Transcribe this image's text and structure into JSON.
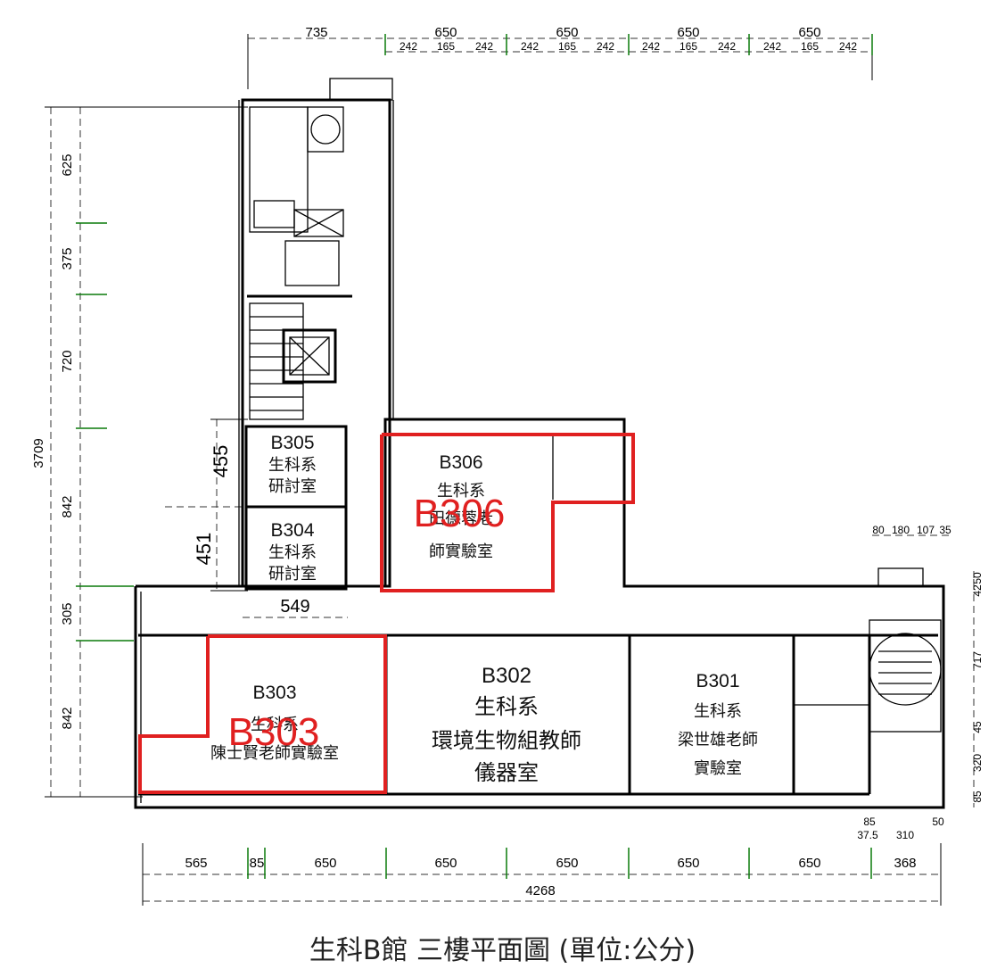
{
  "caption": "生科B館 三樓平面圖 (單位:公分)",
  "accent_color": "#e02020",
  "rooms": {
    "b305": {
      "id": "B305",
      "line1": "生科系",
      "line2": "研討室"
    },
    "b304": {
      "id": "B304",
      "line1": "生科系",
      "line2": "研討室"
    },
    "b306": {
      "id": "B306",
      "line1": "生科系",
      "line2": "田德蓉老",
      "line3": "師實驗室",
      "highlight": "B306"
    },
    "b303": {
      "id": "B303",
      "line1": "生科系",
      "line2": "陳士賢老師實驗室",
      "highlight": "B303"
    },
    "b302": {
      "id": "B302",
      "line1": "生科系",
      "line2": "環境生物組教師",
      "line3": "儀器室"
    },
    "b301": {
      "id": "B301",
      "line1": "生科系",
      "line2": "梁世雄老師",
      "line3": "實驗室"
    }
  },
  "dimensions": {
    "top": [
      "735",
      "650",
      "650",
      "650",
      "650"
    ],
    "top_sub": [
      "242",
      "165",
      "242",
      "242",
      "165",
      "242",
      "242",
      "165",
      "242",
      "242",
      "165",
      "242"
    ],
    "left": [
      "625",
      "375",
      "720",
      "842",
      "305",
      "842"
    ],
    "left_total": "3709",
    "mid_left": [
      "455",
      "451"
    ],
    "corridor_width": "549",
    "bottom": [
      "565",
      "85",
      "650",
      "650",
      "650",
      "650",
      "650",
      "368"
    ],
    "bottom_total": "4268",
    "right_top": [
      "80",
      "180",
      "107",
      "35"
    ],
    "right_side": [
      "50",
      "42",
      "717",
      "45",
      "320",
      "85"
    ],
    "stair_bottom": [
      "85",
      "37.5",
      "310",
      "50"
    ]
  }
}
